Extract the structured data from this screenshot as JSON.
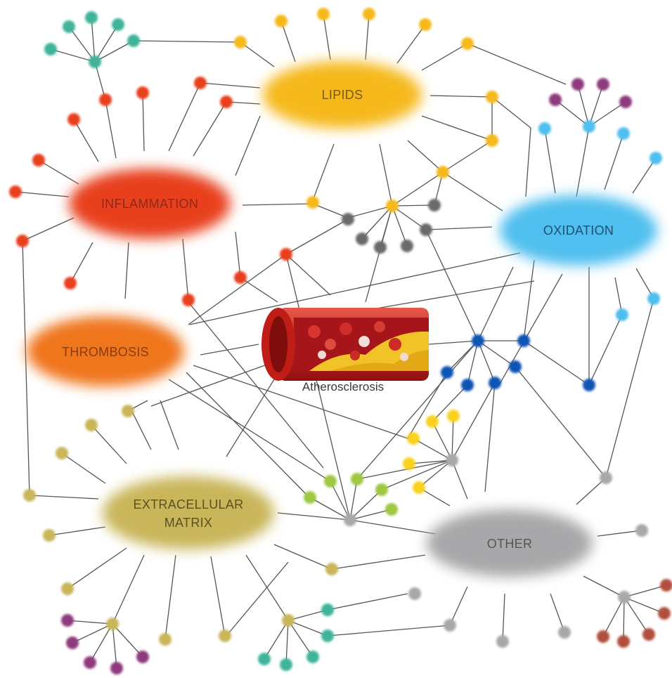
{
  "colors": {
    "lipids": "#f6b91c",
    "inflammation": "#e8401d",
    "oxidation": "#4fbfef",
    "thrombosis": "#f0761f",
    "extracellular_matrix": "#c9b65a",
    "other": "#a8a8aa",
    "teal": "#3fb39b",
    "purple": "#8e3a7e",
    "blue": "#0e55b5",
    "gray": "#6b6b6b",
    "lime": "#9dc83f",
    "yellow": "#f8d21c",
    "rust": "#b0503c",
    "edge": "#555555"
  },
  "hubs": {
    "lipids": "LIPIDS",
    "inflammation": "INFLAMMATION",
    "oxidation": "OXIDATION",
    "thrombosis": "THROMBOSIS",
    "ecm_line1": "EXTRACELLULAR",
    "ecm_line2": "MATRIX",
    "other": "OTHER"
  },
  "center": {
    "label": "Atherosclerosis",
    "icon": "artery-cross-section-icon"
  }
}
